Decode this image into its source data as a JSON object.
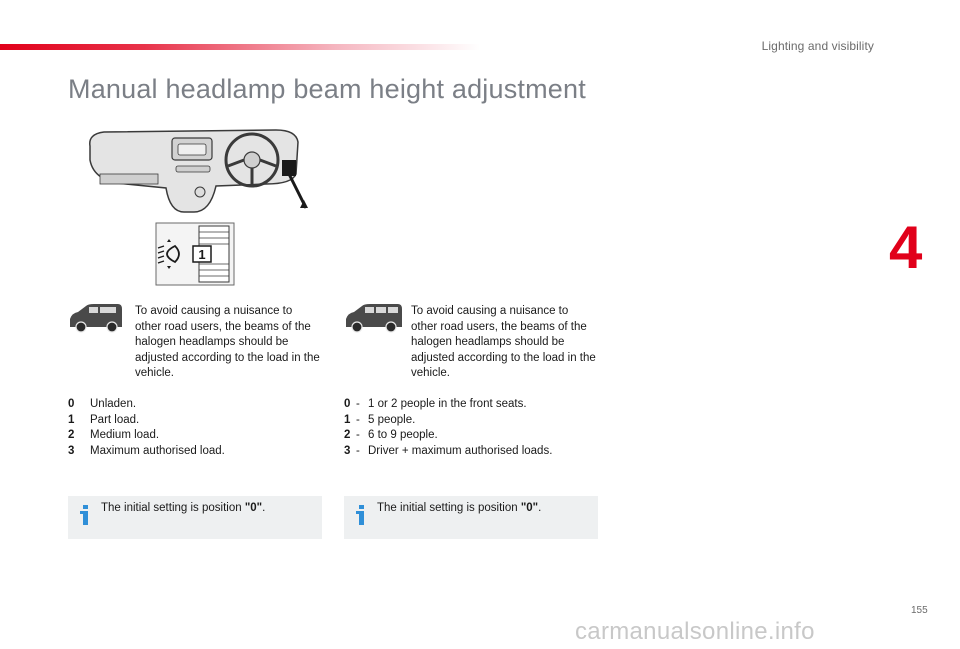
{
  "header": {
    "section_title": "Lighting and visibility",
    "chapter_number": "4",
    "page_number": "155"
  },
  "page_title": "Manual headlamp beam height adjustment",
  "illustration": {
    "knob_position_label": "1"
  },
  "left_column": {
    "vehicle_icon": "van-short-icon",
    "intro": "To avoid causing a nuisance to other road users, the beams of the halogen headlamps should be adjusted according to the load in the vehicle.",
    "positions": [
      {
        "code": "0",
        "text": "Unladen."
      },
      {
        "code": "1",
        "text": "Part load."
      },
      {
        "code": "2",
        "text": "Medium load."
      },
      {
        "code": "3",
        "text": "Maximum authorised load."
      }
    ],
    "info_prefix": "The initial setting is position ",
    "info_value": "\"0\"",
    "info_suffix": "."
  },
  "right_column": {
    "vehicle_icon": "van-combi-icon",
    "intro": "To avoid causing a nuisance to other road users, the beams of the halogen headlamps should be adjusted according to the load in the vehicle.",
    "separator": "-",
    "positions": [
      {
        "code": "0",
        "text": "1 or 2 people in the front seats."
      },
      {
        "code": "1",
        "text": "5 people."
      },
      {
        "code": "2",
        "text": "6 to 9 people."
      },
      {
        "code": "3",
        "text": "Driver + maximum authorised loads."
      }
    ],
    "info_prefix": "The initial setting is position ",
    "info_value": "\"0\"",
    "info_suffix": "."
  },
  "watermark": "carmanualsonline.info",
  "colors": {
    "accent_red": "#e1001a",
    "title_grey": "#7b7f86",
    "info_bg": "#eef0f1",
    "info_icon_blue": "#2f8fd8"
  }
}
